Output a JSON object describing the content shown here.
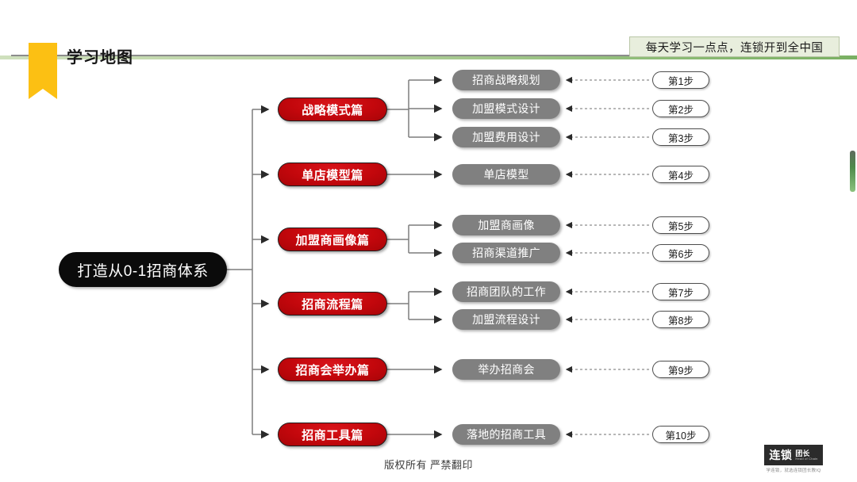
{
  "header": {
    "banner_text": "每天学习一点点，连锁开到全中国",
    "page_title": "学习地图",
    "ribbon_color": "#fcc013",
    "banner_bg": "#e8eedd",
    "rule_color": "#8fbd78"
  },
  "map": {
    "root_label": "打造从0-1招商体系",
    "root_bg": "#0b0b0b",
    "category_bg": "#c3070c",
    "topic_bg": "#808080",
    "categories": [
      {
        "label": "战略模式篇",
        "topics": [
          {
            "label": "招商战略规划",
            "step": "第1步"
          },
          {
            "label": "加盟模式设计",
            "step": "第2步"
          },
          {
            "label": "加盟费用设计",
            "step": "第3步"
          }
        ]
      },
      {
        "label": "单店模型篇",
        "topics": [
          {
            "label": "单店模型",
            "step": "第4步"
          }
        ]
      },
      {
        "label": "加盟商画像篇",
        "topics": [
          {
            "label": "加盟商画像",
            "step": "第5步"
          },
          {
            "label": "招商渠道推广",
            "step": "第6步"
          }
        ]
      },
      {
        "label": "招商流程篇",
        "topics": [
          {
            "label": "招商团队的工作",
            "step": "第7步"
          },
          {
            "label": "加盟流程设计",
            "step": "第8步"
          }
        ]
      },
      {
        "label": "招商会举办篇",
        "topics": [
          {
            "label": "举办招商会",
            "step": "第9步"
          }
        ]
      },
      {
        "label": "招商工具篇",
        "topics": [
          {
            "label": "落地的招商工具",
            "step": "第10步"
          }
        ]
      }
    ]
  },
  "footer": {
    "copyright": "版权所有 严禁翻印",
    "logo_primary": "连锁",
    "logo_secondary": "团长",
    "logo_sub": "Head of Chain",
    "logo_tagline": "学连锁，就选连锁团长教IQ"
  }
}
